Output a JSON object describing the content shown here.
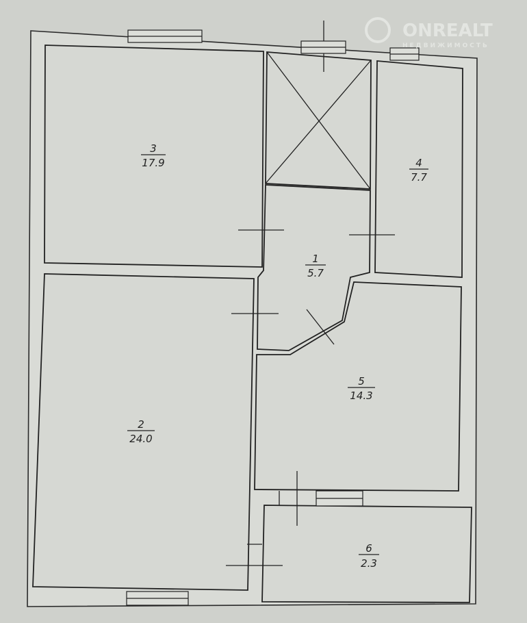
{
  "watermark": {
    "brand": "ONREALT",
    "subtitle": "НЕДВИЖИМОСТЬ"
  },
  "rooms": [
    {
      "number": "1",
      "area": "5.7"
    },
    {
      "number": "2",
      "area": "24.0"
    },
    {
      "number": "3",
      "area": "17.9"
    },
    {
      "number": "4",
      "area": "7.7"
    },
    {
      "number": "5",
      "area": "14.3"
    },
    {
      "number": "6",
      "area": "2.3"
    }
  ]
}
